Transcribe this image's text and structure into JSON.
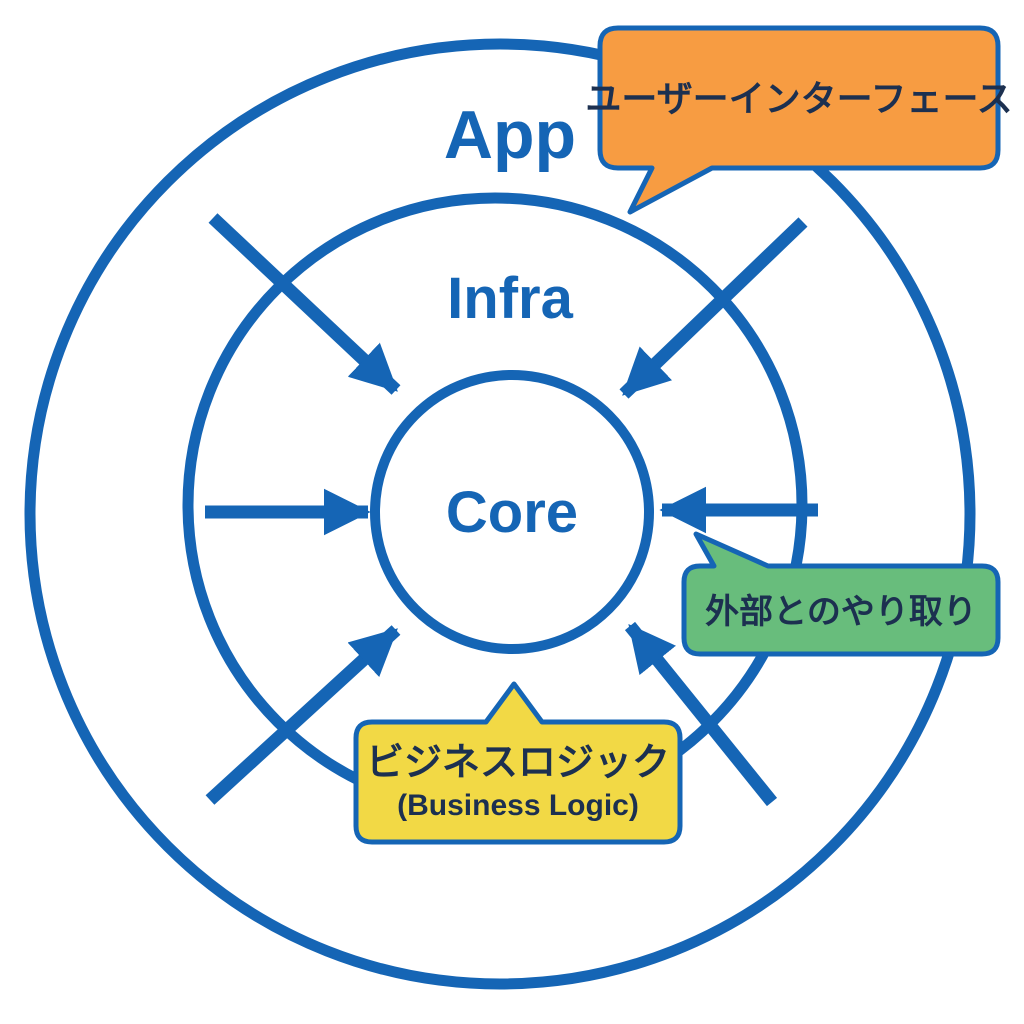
{
  "diagram": {
    "layers": [
      {
        "id": "app",
        "label": "App"
      },
      {
        "id": "infra",
        "label": "Infra"
      },
      {
        "id": "core",
        "label": "Core"
      }
    ],
    "callouts": [
      {
        "id": "user-interface",
        "label": "ユーザーインターフェース",
        "fill": "#F79C42"
      },
      {
        "id": "external-io",
        "label": "外部とのやり取り",
        "fill": "#68BD7C"
      },
      {
        "id": "business-logic",
        "label": "ビジネスロジック",
        "sublabel": "(Business Logic)",
        "fill": "#F2D945"
      }
    ],
    "colors": {
      "line": "#1565B5",
      "layer_text": "#1565B5",
      "callout_text": "#1C3050",
      "callout_border": "#1565B5",
      "background": "#FFFFFF"
    }
  }
}
